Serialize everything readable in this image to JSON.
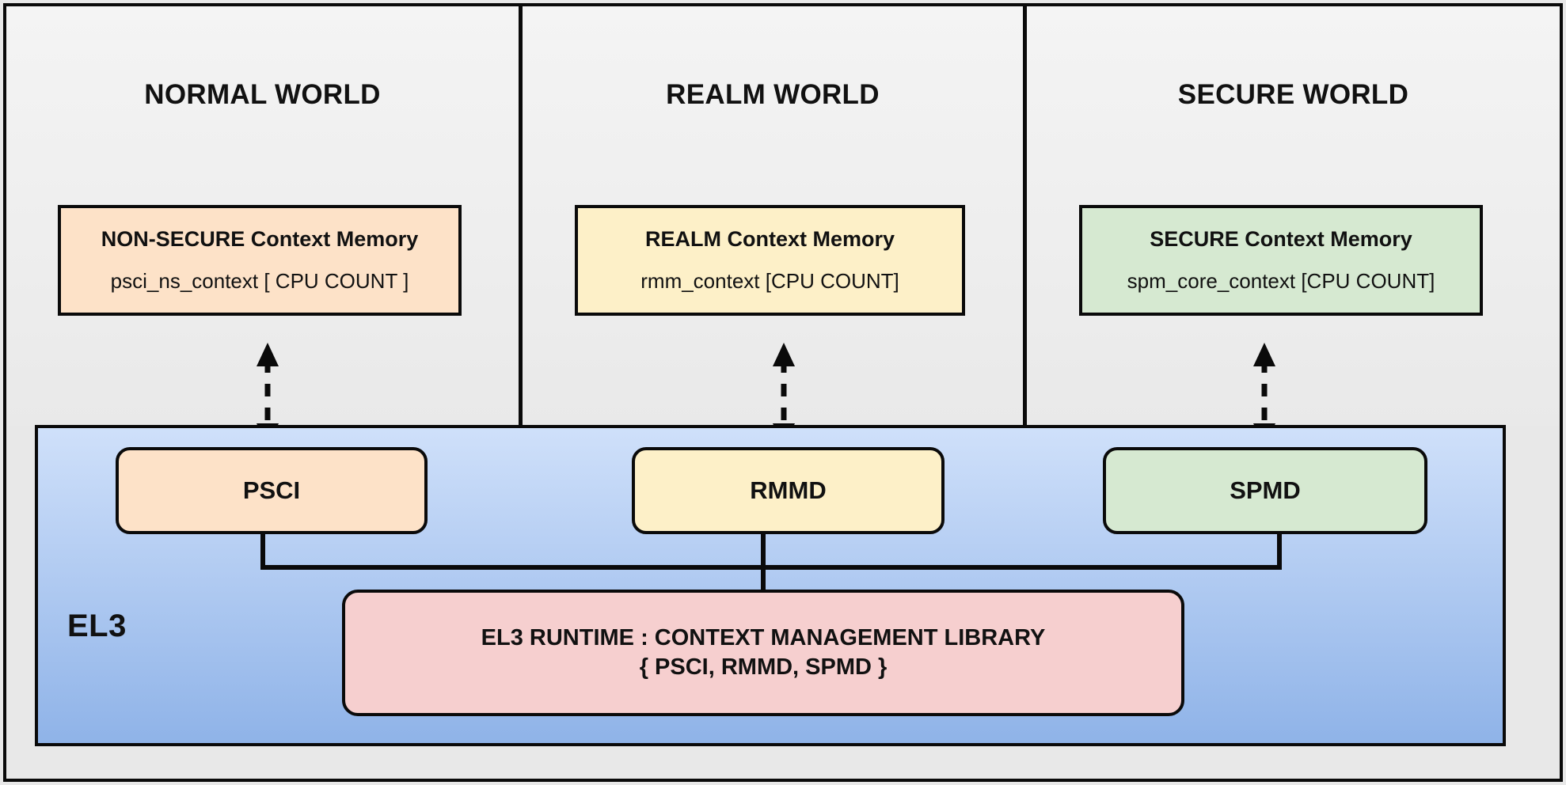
{
  "diagram": {
    "title_implicit": "Arm Trusted Firmware EL3 Context Management",
    "el3_label": "EL3",
    "colors": {
      "non_secure": "#fde2c8",
      "realm": "#fdf0c8",
      "secure": "#d6e9d1",
      "runtime": "#f6cfcf",
      "el3_panel_top": "#cfe0fa",
      "el3_panel_bottom": "#8fb3e8",
      "world_strip": "#efefef",
      "outline": "#0a0a0a"
    }
  },
  "worlds": [
    {
      "id": "normal",
      "title": "NORMAL WORLD",
      "context_box": {
        "title": "NON-SECURE Context Memory",
        "subtitle": "psci_ns_context  [ CPU COUNT ]"
      },
      "dispatcher": {
        "label": "PSCI"
      }
    },
    {
      "id": "realm",
      "title": "REALM WORLD",
      "context_box": {
        "title": "REALM Context Memory",
        "subtitle": "rmm_context [CPU COUNT]"
      },
      "dispatcher": {
        "label": "RMMD"
      }
    },
    {
      "id": "secure",
      "title": "SECURE WORLD",
      "context_box": {
        "title": "SECURE Context Memory",
        "subtitle": "spm_core_context  [CPU COUNT]"
      },
      "dispatcher": {
        "label": "SPMD"
      }
    }
  ],
  "runtime": {
    "line1": "EL3 RUNTIME : CONTEXT MANAGEMENT LIBRARY",
    "line2": "{ PSCI, RMMD, SPMD }"
  }
}
